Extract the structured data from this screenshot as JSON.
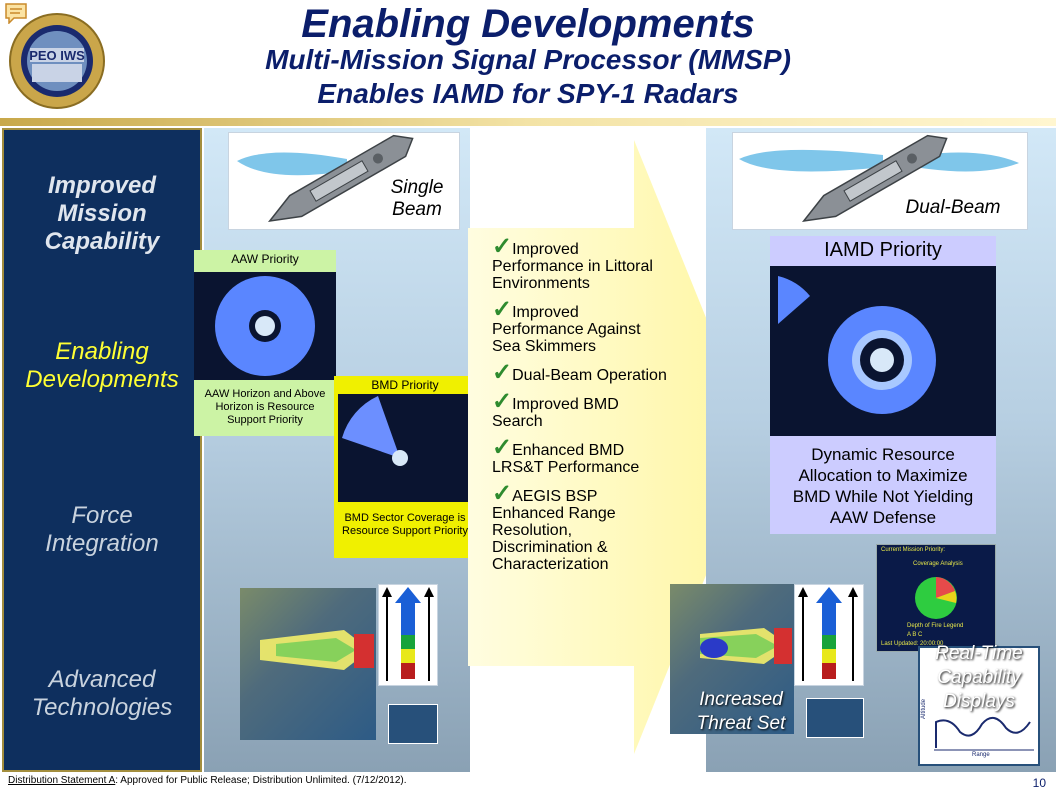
{
  "header": {
    "title": "Enabling Developments",
    "subtitle1": "Multi-Mission Signal Processor (MMSP)",
    "subtitle2": "Enables IAMD for SPY-1 Radars",
    "logo_text": "PEO IWS"
  },
  "left_panel": {
    "items": [
      {
        "label": "Improved Mission Capability",
        "color": "#e0e6ee"
      },
      {
        "label": "Enabling Developments",
        "color": "#ffff33"
      },
      {
        "label": "Force Integration",
        "color": "#c9d3de"
      },
      {
        "label": "Advanced Technologies",
        "color": "#c9d3de"
      }
    ]
  },
  "single_beam": {
    "label": "Single Beam"
  },
  "dual_beam": {
    "label": "Dual-Beam"
  },
  "aaw": {
    "title": "AAW Priority",
    "caption": "AAW Horizon and Above Horizon is Resource Support Priority"
  },
  "bmd": {
    "title": "BMD Priority",
    "caption": "BMD Sector Coverage is Resource Support Priority"
  },
  "checklist": [
    "Improved Performance in Littoral Environments",
    "Improved Performance Against Sea Skimmers",
    "Dual-Beam Operation",
    "Improved BMD Search",
    "Enhanced BMD LRS&T Performance",
    "AEGIS BSP Enhanced Range Resolution, Discrimination & Characterization"
  ],
  "iamd": {
    "title": "IAMD  Priority",
    "caption": "Dynamic Resource Allocation to Maximize BMD While Not Yielding AAW Defense"
  },
  "threat": {
    "label": "Increased Threat Set"
  },
  "realtime": {
    "label": "Real-Time Capability Displays"
  },
  "coverage_display": {
    "line1": "Current Mission Priority:",
    "line2": "Coverage Analysis",
    "line3": "Depth of Fire Legend",
    "legend": "A  B  C",
    "line4": "Last Updated: 20:00:00"
  },
  "graph_display": {
    "xlabel": "Range",
    "ylabel": "Altitude"
  },
  "footer": {
    "statement_label": "Distribution Statement A",
    "statement_text": ": Approved for Public Release; Distribution Unlimited. (7/12/2012).",
    "page_number": "10"
  },
  "icons": [
    "comment-icon",
    "peo-iws-logo",
    "checkmark-icon",
    "ship-icon",
    "arrow-up-icon"
  ],
  "colors": {
    "navy": "#0b1e6b",
    "panel": "#0e2f5e",
    "yellow": "#ffff33",
    "check": "#2e8b2e"
  }
}
